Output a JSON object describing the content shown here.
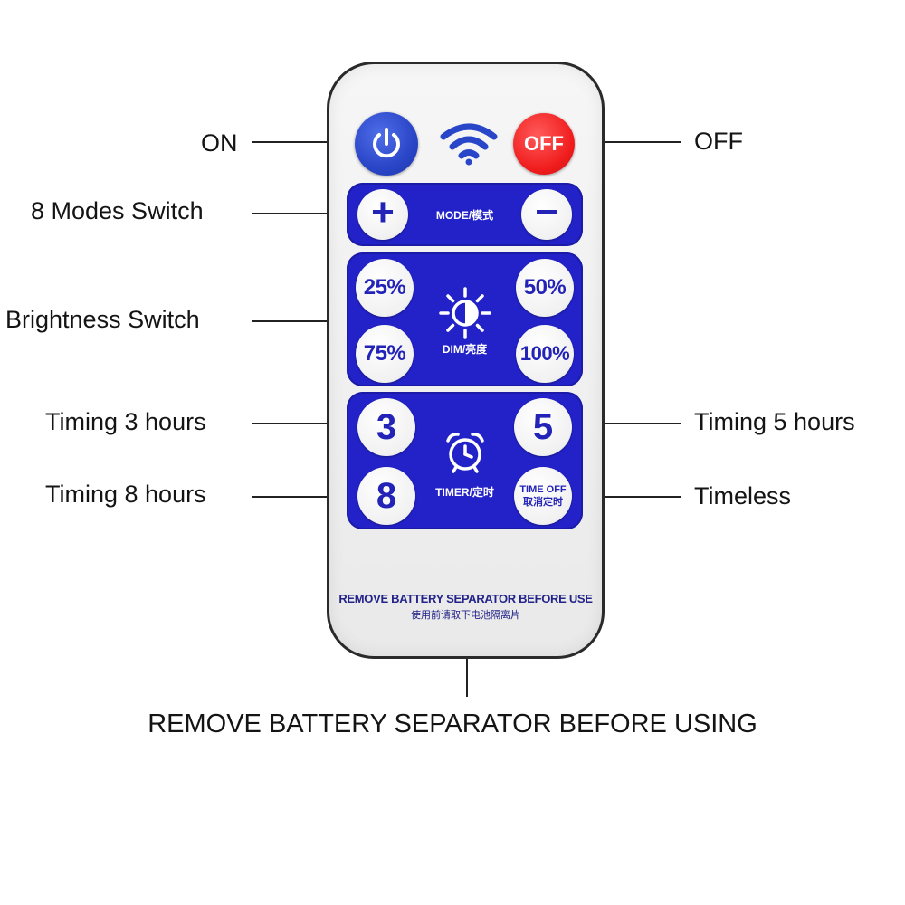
{
  "callouts": {
    "on": "ON",
    "off": "OFF",
    "modes": "8 Modes Switch",
    "brightness": "Brightness Switch",
    "timing3": "Timing 3 hours",
    "timing5": "Timing 5 hours",
    "timing8": "Timing 8 hours",
    "timeless": "Timeless",
    "separator_note": "REMOVE BATTERY SEPARATOR BEFORE USING"
  },
  "remote": {
    "power_icon": "power-icon",
    "signal_icon": "wifi-signal-icon",
    "off_label": "OFF",
    "mode": {
      "plus": "+",
      "minus": "−",
      "label": "MODE/模式"
    },
    "dim": {
      "label": "DIM/亮度",
      "b25": "25%",
      "b50": "50%",
      "b75": "75%",
      "b100": "100%",
      "icon": "brightness-icon"
    },
    "timer": {
      "label": "TIMER/定时",
      "t3": "3",
      "t5": "5",
      "t8": "8",
      "timeoff_en": "TIME OFF",
      "timeoff_cn": "取消定时",
      "icon": "alarm-clock-icon"
    },
    "note_en": "REMOVE BATTERY SEPARATOR BEFORE USE",
    "note_cn": "使用前请取下电池隔离片"
  },
  "colors": {
    "panel_blue": "#2222c8",
    "power_blue": "#2a46c8",
    "off_red": "#f01c1c"
  }
}
